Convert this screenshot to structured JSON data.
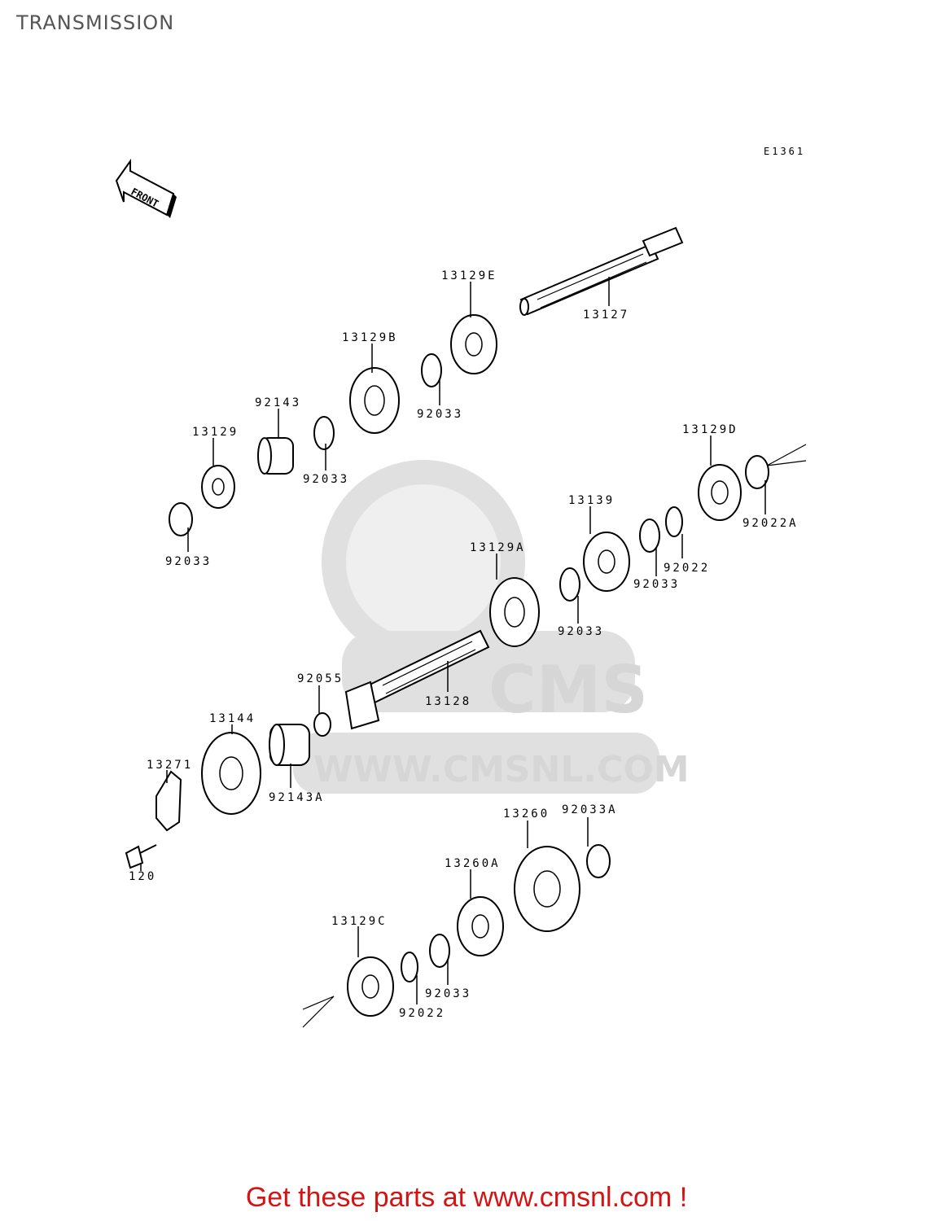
{
  "page": {
    "title": "TRANSMISSION"
  },
  "diagram": {
    "code": "E1361",
    "front_arrow_label": "FRONT",
    "watermark": {
      "brand": "CMS",
      "url": "WWW.CMSNL.COM"
    },
    "part_labels": {
      "p13129E": "13129E",
      "p13127": "13127",
      "p13129B": "13129B",
      "p92033_1": "92033",
      "p92143": "92143",
      "p92033_2": "92033",
      "p13129": "13129",
      "p92033_3": "92033",
      "p13129D": "13129D",
      "p92022A": "92022A",
      "p13139": "13139",
      "p92022_1": "92022",
      "p92033_4": "92033",
      "p13129A": "13129A",
      "p92033_5": "92033",
      "p92055": "92055",
      "p13128": "13128",
      "p13144": "13144",
      "p13271": "13271",
      "p92143A": "92143A",
      "p120": "120",
      "p13260": "13260",
      "p92033A": "92033A",
      "p13260A": "13260A",
      "p13129C": "13129C",
      "p92033_6": "92033",
      "p92022_2": "92022"
    }
  },
  "footer": {
    "text": "Get these parts at www.cmsnl.com !"
  },
  "colors": {
    "footer": "#d41414",
    "title": "#555555"
  }
}
